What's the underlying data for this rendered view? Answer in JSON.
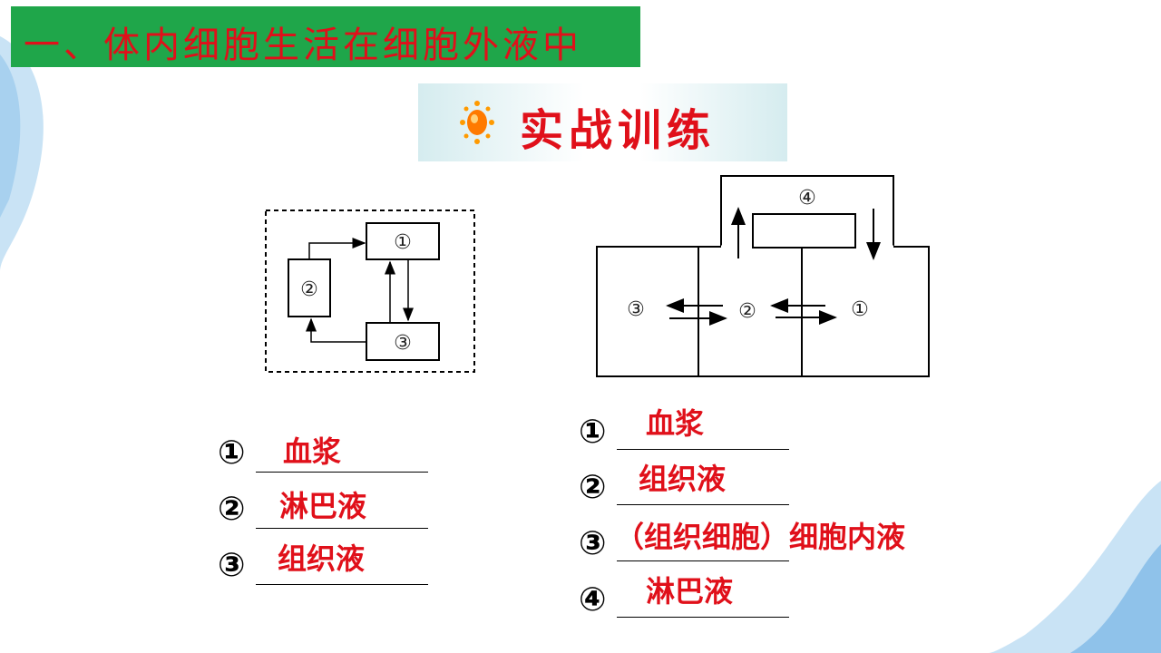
{
  "header": {
    "title": "一、体内细胞生活在细胞外液中"
  },
  "practice_banner": {
    "label": "实战训练",
    "icon": "sun-icon"
  },
  "diagram_left": {
    "boxes": [
      "①",
      "②",
      "③"
    ]
  },
  "diagram_right": {
    "labels": [
      "④",
      "③",
      "②",
      "①"
    ]
  },
  "answers_left": [
    {
      "num": "①",
      "value": "血浆"
    },
    {
      "num": "②",
      "value": "淋巴液"
    },
    {
      "num": "③",
      "value": "组织液"
    }
  ],
  "answers_right": [
    {
      "num": "①",
      "value": "血浆"
    },
    {
      "num": "②",
      "value": "组织液"
    },
    {
      "num": "③",
      "value": "（组织细胞）细胞内液"
    },
    {
      "num": "④",
      "value": "淋巴液"
    }
  ],
  "colors": {
    "accent_red": "#e0101a",
    "header_green": "#1fa64a"
  }
}
